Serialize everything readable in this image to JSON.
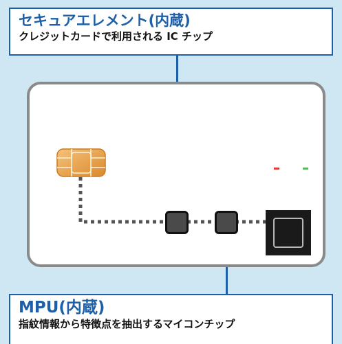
{
  "secure_element": {
    "title": "セキュアエレメント(内蔵)",
    "description": "クレジットカードで利用される IC チップ"
  },
  "mpu": {
    "title": "MPU(内蔵)",
    "description": "指紋情報から特徴点を抽出するマイコンチップ"
  },
  "colors": {
    "accent": "#1d5fa8",
    "background": "#cfe6f3",
    "led_red": "#e63a3a",
    "led_green": "#5cb85c"
  }
}
